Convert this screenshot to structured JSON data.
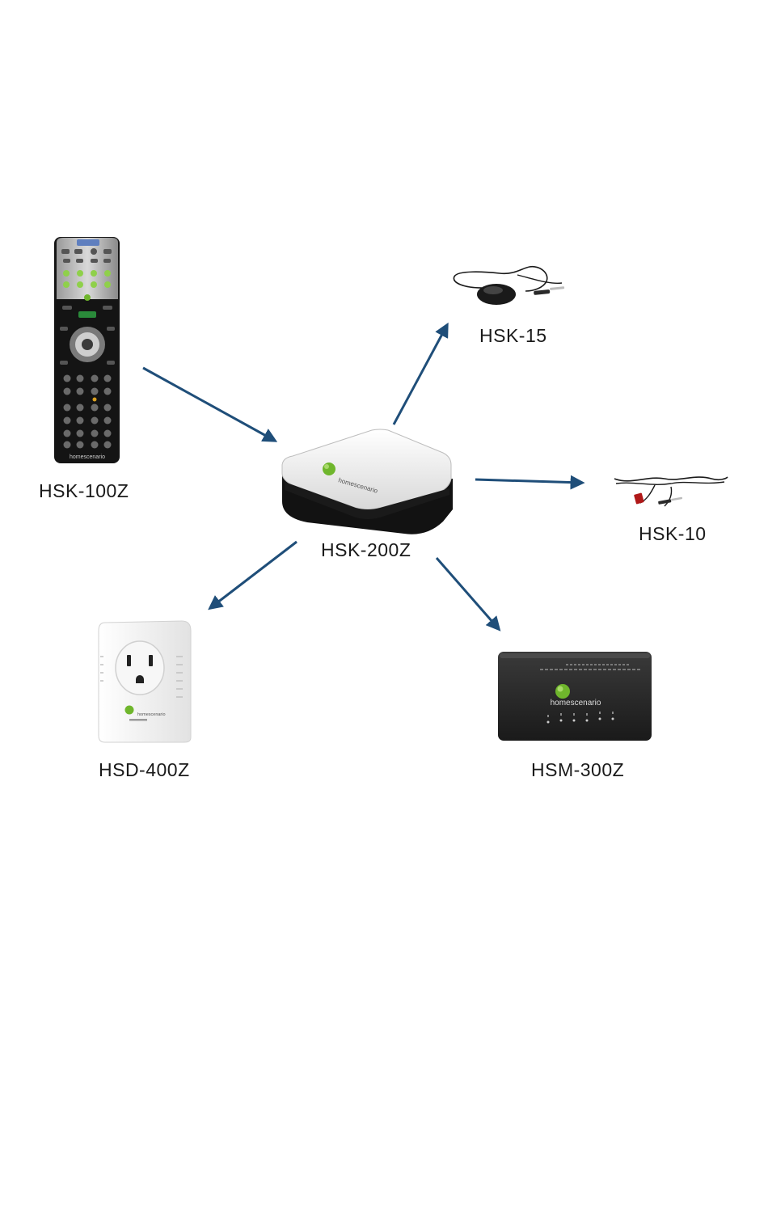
{
  "devices": {
    "remote": {
      "label": "HSK-100Z",
      "brand": "homescenario"
    },
    "hub": {
      "label": "HSK-200Z",
      "brand": "homescenario"
    },
    "ir_sensor": {
      "label": "HSK-15"
    },
    "ir_cable": {
      "label": "HSK-10"
    },
    "plug": {
      "label": "HSD-400Z",
      "brand": "homescenario"
    },
    "module": {
      "label": "HSM-300Z",
      "brand": "homescenario"
    }
  },
  "colors": {
    "arrow": "#1f4e79",
    "brand_green": "#6fb62c",
    "device_dark": "#1b1b1b",
    "device_white": "#f2f2f2"
  },
  "icons": {
    "remote": "remote-control-icon",
    "hub": "hub-device-icon",
    "ir_sensor": "ir-sensor-icon",
    "ir_cable": "ir-cable-icon",
    "plug": "smart-plug-icon",
    "module": "control-module-icon"
  }
}
